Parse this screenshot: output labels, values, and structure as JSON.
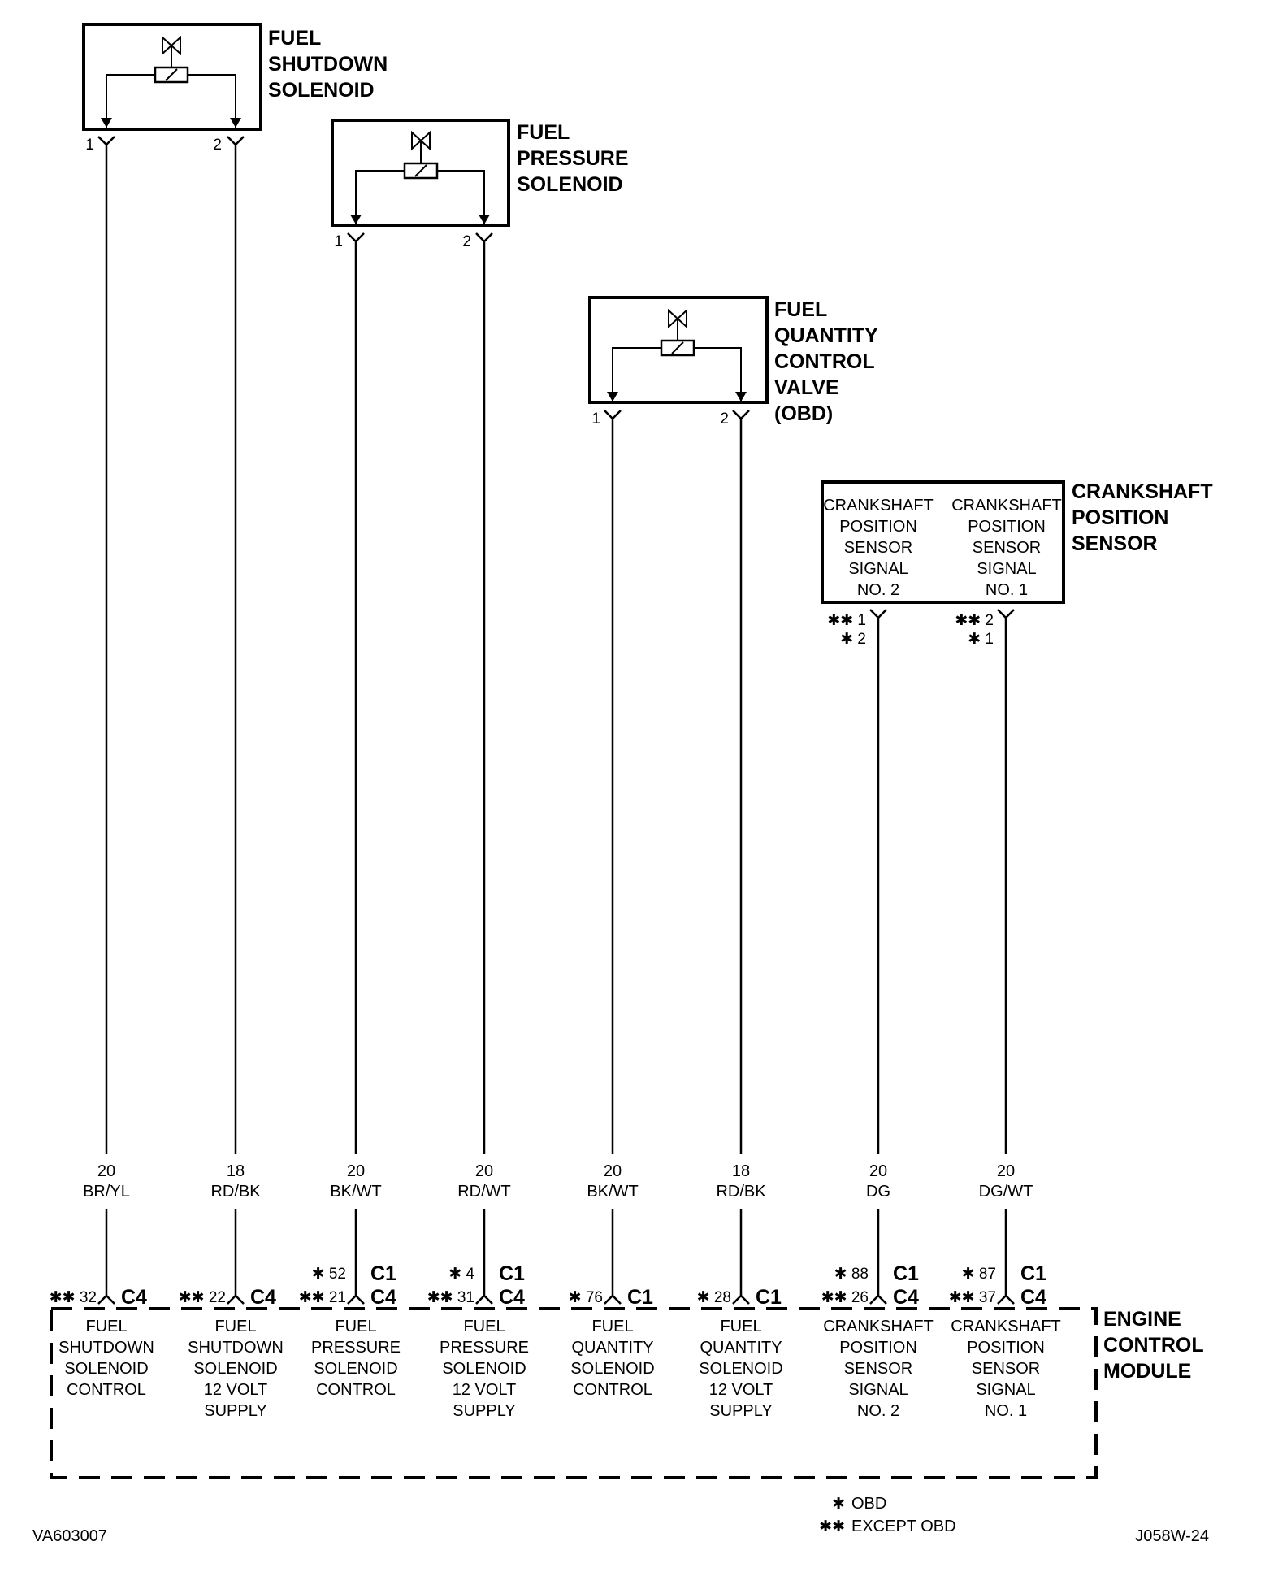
{
  "diagram_id": "VA603007",
  "sheet_ref": "J058W-24",
  "components": {
    "fuel_shutdown_solenoid": {
      "title": [
        "FUEL",
        "SHUTDOWN",
        "SOLENOID"
      ],
      "pins": [
        "1",
        "2"
      ]
    },
    "fuel_pressure_solenoid": {
      "title": [
        "FUEL",
        "PRESSURE",
        "SOLENOID"
      ],
      "pins": [
        "1",
        "2"
      ]
    },
    "fuel_quantity_control_valve": {
      "title": [
        "FUEL",
        "QUANTITY",
        "CONTROL",
        "VALVE",
        "(OBD)"
      ],
      "pins": [
        "1",
        "2"
      ]
    },
    "crankshaft_position_sensor": {
      "title": [
        "CRANKSHAFT",
        "POSITION",
        "SENSOR"
      ],
      "inner_left": [
        "CRANKSHAFT",
        "POSITION",
        "SENSOR",
        "SIGNAL",
        "NO. 2"
      ],
      "inner_right": [
        "CRANKSHAFT",
        "POSITION",
        "SENSOR",
        "SIGNAL",
        "NO. 1"
      ],
      "pins_left": [
        "✱✱ 1",
        "✱ 2"
      ],
      "pins_right": [
        "✱✱ 2",
        "✱ 1"
      ]
    }
  },
  "wires": [
    {
      "gauge": "20",
      "color": "BR/YL"
    },
    {
      "gauge": "18",
      "color": "RD/BK"
    },
    {
      "gauge": "20",
      "color": "BK/WT"
    },
    {
      "gauge": "20",
      "color": "RD/WT"
    },
    {
      "gauge": "20",
      "color": "BK/WT"
    },
    {
      "gauge": "18",
      "color": "RD/BK"
    },
    {
      "gauge": "20",
      "color": "DG"
    },
    {
      "gauge": "20",
      "color": "DG/WT"
    }
  ],
  "ecm": {
    "title": [
      "ENGINE",
      "CONTROL",
      "MODULE"
    ],
    "terminals": [
      {
        "pin_top": "",
        "conn_top": "",
        "pin": "✱✱ 32",
        "conn": "C4",
        "label": [
          "FUEL",
          "SHUTDOWN",
          "SOLENOID",
          "CONTROL"
        ]
      },
      {
        "pin_top": "",
        "conn_top": "",
        "pin": "✱✱ 22",
        "conn": "C4",
        "label": [
          "FUEL",
          "SHUTDOWN",
          "SOLENOID",
          "12 VOLT",
          "SUPPLY"
        ]
      },
      {
        "pin_top": "✱ 52",
        "conn_top": "C1",
        "pin": "✱✱ 21",
        "conn": "C4",
        "label": [
          "FUEL",
          "PRESSURE",
          "SOLENOID",
          "CONTROL"
        ]
      },
      {
        "pin_top": "✱ 4",
        "conn_top": "C1",
        "pin": "✱✱ 31",
        "conn": "C4",
        "label": [
          "FUEL",
          "PRESSURE",
          "SOLENOID",
          "12 VOLT",
          "SUPPLY"
        ]
      },
      {
        "pin_top": "",
        "conn_top": "",
        "pin": "✱ 76",
        "conn": "C1",
        "label": [
          "FUEL",
          "QUANTITY",
          "SOLENOID",
          "CONTROL"
        ]
      },
      {
        "pin_top": "",
        "conn_top": "",
        "pin": "✱ 28",
        "conn": "C1",
        "label": [
          "FUEL",
          "QUANTITY",
          "SOLENOID",
          "12 VOLT",
          "SUPPLY"
        ]
      },
      {
        "pin_top": "✱ 88",
        "conn_top": "C1",
        "pin": "✱✱ 26",
        "conn": "C4",
        "label": [
          "CRANKSHAFT",
          "POSITION",
          "SENSOR",
          "SIGNAL",
          "NO. 2"
        ]
      },
      {
        "pin_top": "✱ 87",
        "conn_top": "C1",
        "pin": "✱✱ 37",
        "conn": "C4",
        "label": [
          "CRANKSHAFT",
          "POSITION",
          "SENSOR",
          "SIGNAL",
          "NO. 1"
        ]
      }
    ]
  },
  "legend": [
    {
      "symbol": "✱",
      "text": "OBD"
    },
    {
      "symbol": "✱✱",
      "text": "EXCEPT OBD"
    }
  ]
}
